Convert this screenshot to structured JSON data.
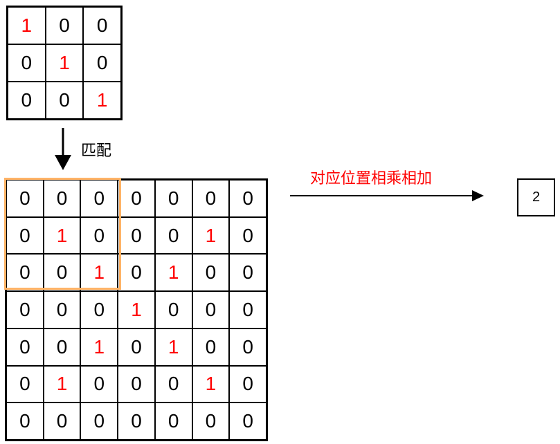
{
  "kernel": [
    [
      1,
      0,
      0
    ],
    [
      0,
      1,
      0
    ],
    [
      0,
      0,
      1
    ]
  ],
  "input": [
    [
      0,
      0,
      0,
      0,
      0,
      0,
      0
    ],
    [
      0,
      1,
      0,
      0,
      0,
      1,
      0
    ],
    [
      0,
      0,
      1,
      0,
      1,
      0,
      0
    ],
    [
      0,
      0,
      0,
      1,
      0,
      0,
      0
    ],
    [
      0,
      0,
      1,
      0,
      1,
      0,
      0
    ],
    [
      0,
      1,
      0,
      0,
      0,
      1,
      0
    ],
    [
      0,
      0,
      0,
      0,
      0,
      0,
      0
    ]
  ],
  "labels": {
    "match": "匹配",
    "operation": "对应位置相乘相加"
  },
  "result": "2",
  "colors": {
    "highlight": "#ff0000",
    "window": "#ffb366"
  }
}
